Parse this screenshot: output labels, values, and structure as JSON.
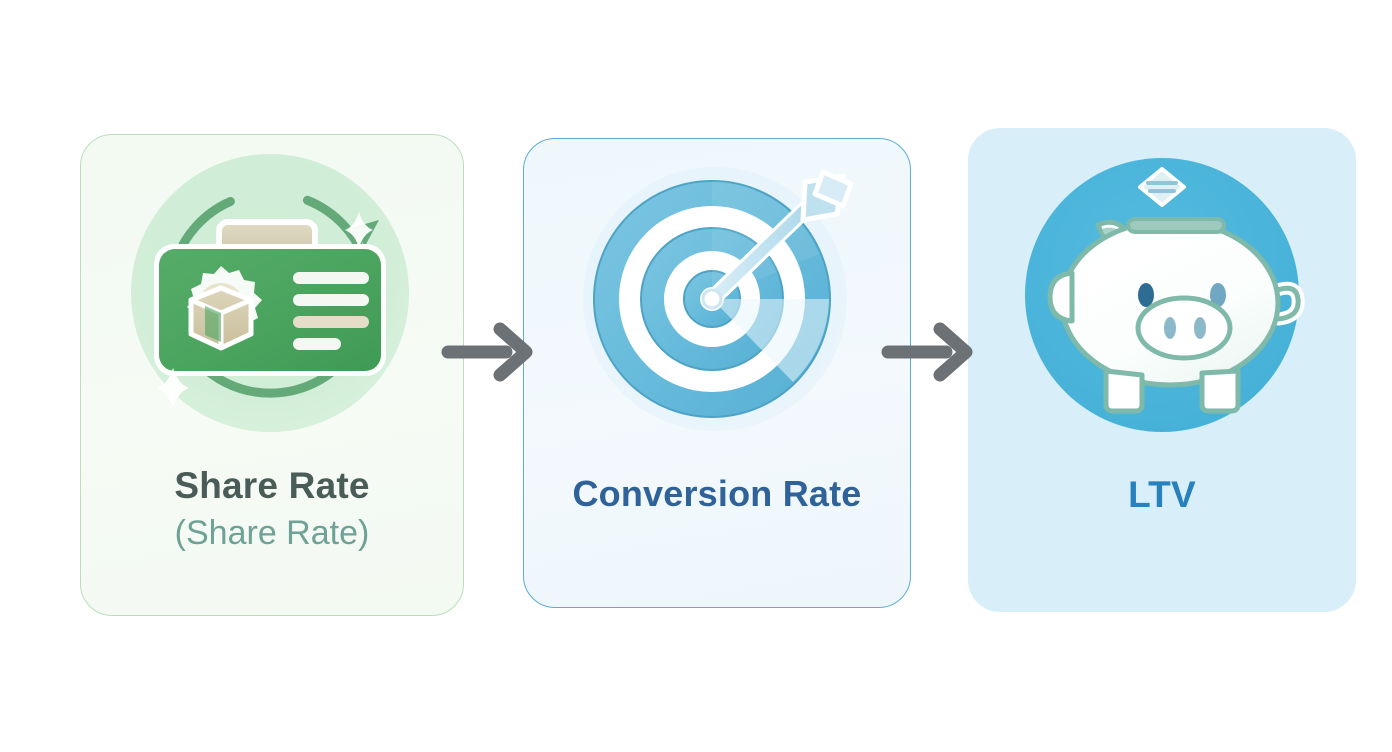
{
  "diagram": {
    "type": "horizontal-flow",
    "background": "#ffffff",
    "steps": [
      {
        "id": "share-rate",
        "label_main": "Share Rate",
        "label_sub": "(Share Rate)",
        "icon": "share-card-refresh-icon",
        "card_background": "#f3faf2",
        "card_border": "#b9dfbd",
        "accent": "#4ca25e",
        "label_main_color": "#4a5c58",
        "label_sub_color": "#6fa296"
      },
      {
        "id": "conversion-rate",
        "label_main": "Conversion Rate",
        "label_sub": "",
        "icon": "target-dart-icon",
        "card_background": "#eef7fc",
        "card_border": "#5badd4",
        "accent": "#64b9da",
        "label_main_color": "#2f6298",
        "label_sub_color": ""
      },
      {
        "id": "ltv",
        "label_main": "LTV",
        "label_sub": "",
        "icon": "piggy-bank-icon",
        "card_background": "#d8effa",
        "card_border": "",
        "accent": "#4cb4d9",
        "label_main_color": "#2681bd",
        "label_sub_color": ""
      }
    ],
    "connectors": [
      {
        "id": "connector-1",
        "icon": "arrow-right-icon",
        "color": "#6b7175",
        "from": "share-rate",
        "to": "conversion-rate"
      },
      {
        "id": "connector-2",
        "icon": "arrow-right-icon",
        "color": "#6b7175",
        "from": "conversion-rate",
        "to": "ltv"
      }
    ]
  }
}
